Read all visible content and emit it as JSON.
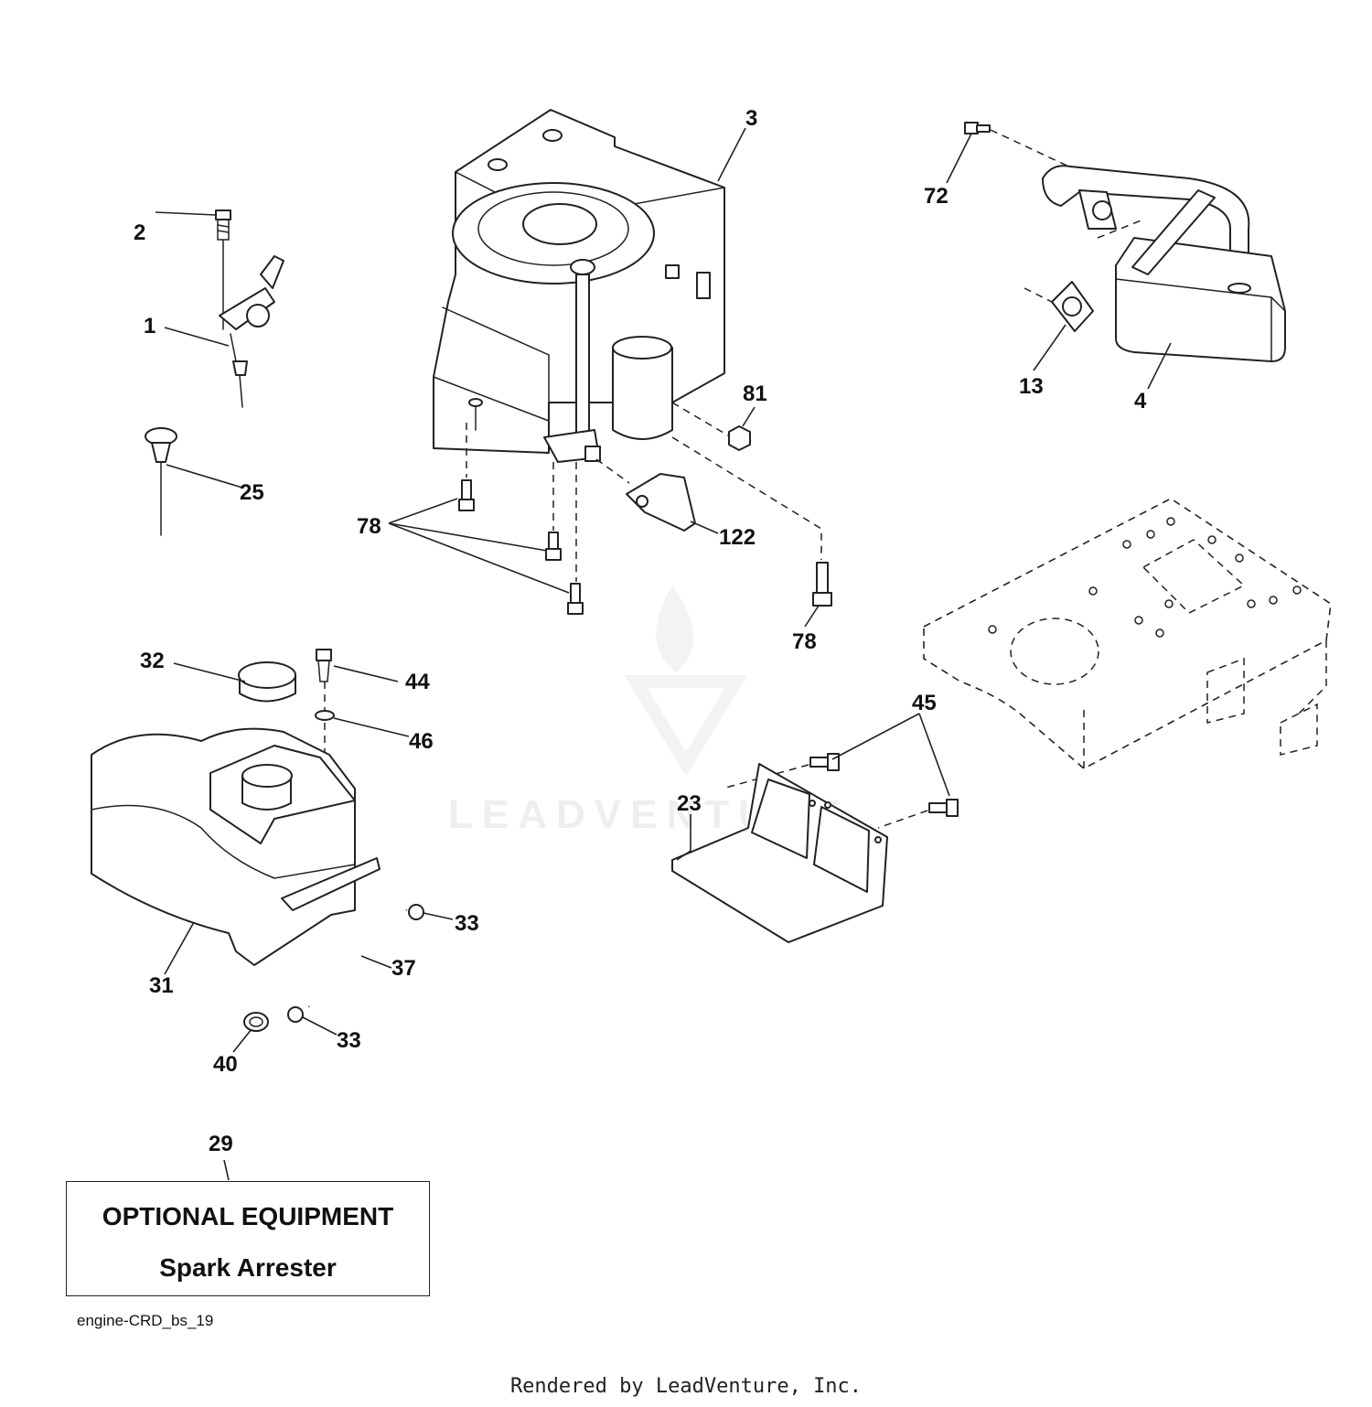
{
  "callouts": [
    {
      "id": "c1",
      "label": "1"
    },
    {
      "id": "c2",
      "label": "2"
    },
    {
      "id": "c3",
      "label": "3"
    },
    {
      "id": "c4",
      "label": "4"
    },
    {
      "id": "c13",
      "label": "13"
    },
    {
      "id": "c23",
      "label": "23"
    },
    {
      "id": "c25",
      "label": "25"
    },
    {
      "id": "c29",
      "label": "29"
    },
    {
      "id": "c31",
      "label": "31"
    },
    {
      "id": "c32",
      "label": "32"
    },
    {
      "id": "c33a",
      "label": "33"
    },
    {
      "id": "c33b",
      "label": "33"
    },
    {
      "id": "c37",
      "label": "37"
    },
    {
      "id": "c40",
      "label": "40"
    },
    {
      "id": "c44",
      "label": "44"
    },
    {
      "id": "c45",
      "label": "45"
    },
    {
      "id": "c46",
      "label": "46"
    },
    {
      "id": "c72",
      "label": "72"
    },
    {
      "id": "c78a",
      "label": "78"
    },
    {
      "id": "c78b",
      "label": "78"
    },
    {
      "id": "c81",
      "label": "81"
    },
    {
      "id": "c122",
      "label": "122"
    }
  ],
  "optional_box": {
    "title": "OPTIONAL EQUIPMENT",
    "subtitle": "Spark Arrester"
  },
  "diagram_code": "engine-CRD_bs_19",
  "credit": "Rendered by LeadVenture, Inc.",
  "watermark": "LEADVENTURE"
}
